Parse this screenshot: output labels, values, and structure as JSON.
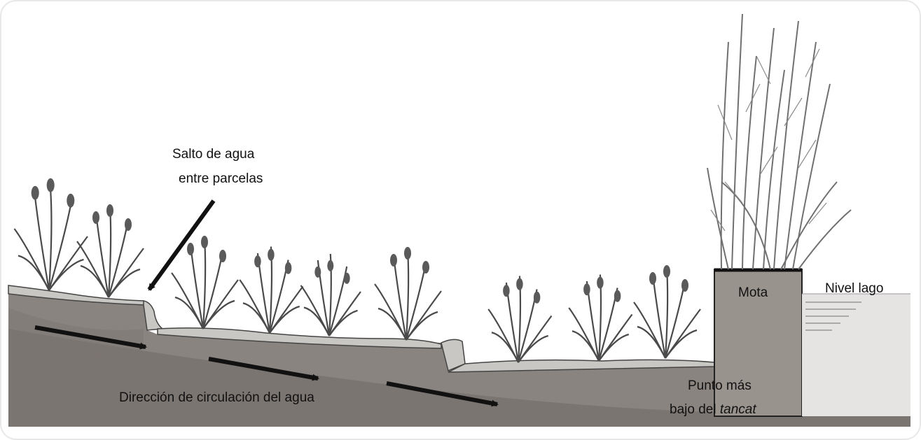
{
  "labels": {
    "waterfall_line1": "Salto de agua",
    "waterfall_line2": "entre parcelas",
    "flow_direction": "Dirección de circulación del agua",
    "mota": "Mota",
    "lake_level": "Nivel lago",
    "lowest_point_line1": "Punto más",
    "lowest_point_line2_prefix": "bajo del",
    "lowest_point_line2_italic": "tancat"
  },
  "colors": {
    "soil": "#8a8480",
    "soil_dark": "#6f6a66",
    "water": "#c9c7c4",
    "mota": "#99938e",
    "lake": "#e6e4e2",
    "plant": "#4a4a4a",
    "reed": "#707070",
    "arrow": "#111111"
  },
  "icons": {
    "plants": "rice-plant-icon",
    "reeds": "reed-icon",
    "arrows": "arrow-icon"
  }
}
